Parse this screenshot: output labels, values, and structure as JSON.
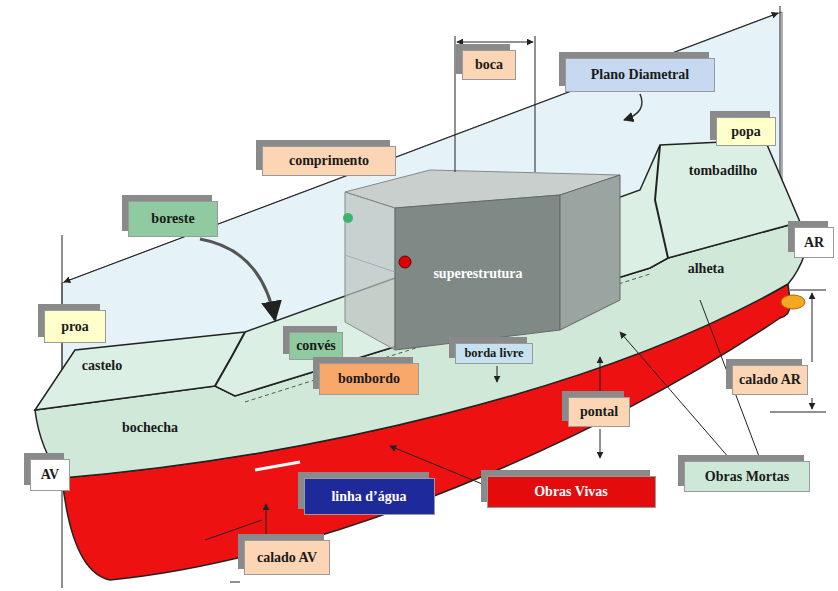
{
  "diagram": {
    "nodes": [
      {
        "text": [
          "boca"
        ]
      },
      {
        "text": [
          "Plano Diametral"
        ]
      },
      {
        "text": [
          "popa"
        ]
      },
      {
        "text": [
          "comprimento"
        ]
      },
      {
        "text": [
          "boreste"
        ]
      },
      {
        "text": [
          "AR"
        ]
      },
      {
        "text": [
          "proa"
        ]
      },
      {
        "text": [
          "convés"
        ]
      },
      {
        "text": [
          "borda livre"
        ]
      },
      {
        "text": [
          "bombordo"
        ]
      },
      {
        "text": [
          "calado AR"
        ]
      },
      {
        "text": [
          "pontal"
        ]
      },
      {
        "text": [
          "AV"
        ]
      },
      {
        "text": [
          "Obras Mortas"
        ]
      },
      {
        "text": [
          "linha d’água"
        ]
      },
      {
        "text": [
          "Obras Vivas"
        ]
      },
      {
        "text": [
          "calado AV"
        ]
      }
    ],
    "labels": [
      "tombadilho",
      "superestrutura",
      "alheta",
      "castelo",
      "bochecha"
    ]
  }
}
